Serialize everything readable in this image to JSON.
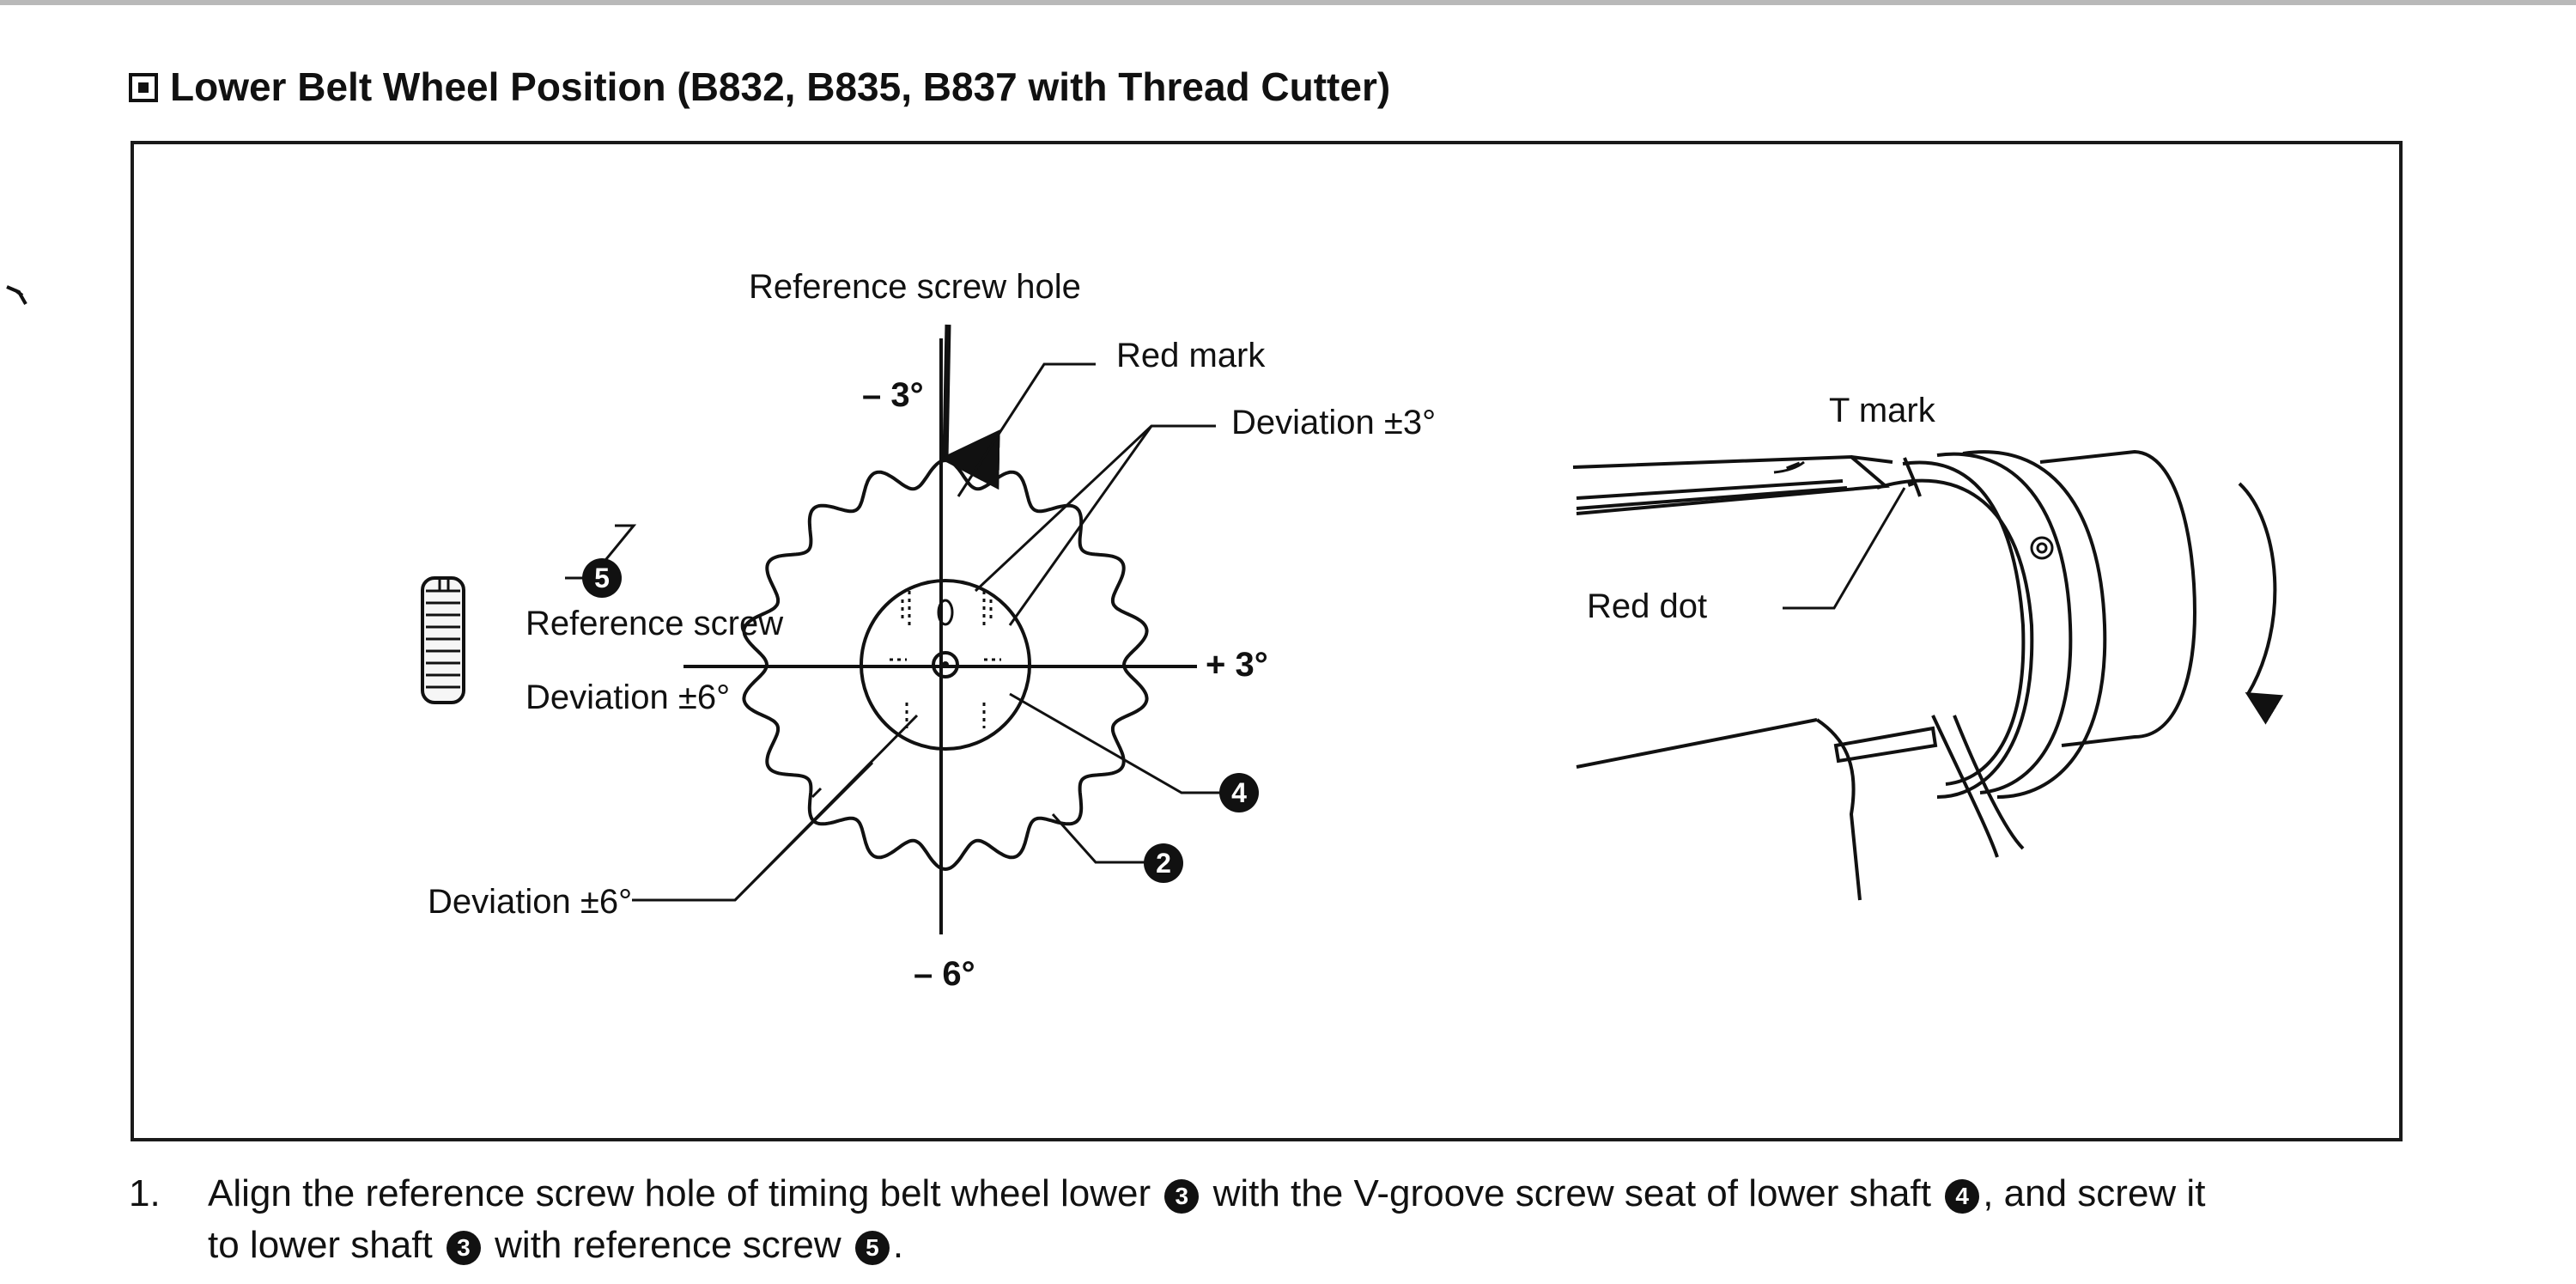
{
  "page": {
    "title": "Lower Belt Wheel Position (B832, B835, B837 with Thread Cutter)"
  },
  "diagram": {
    "labels": {
      "reference_screw_hole": "Reference screw hole",
      "red_mark": "Red mark",
      "deviation_3": "Deviation ±3°",
      "reference_screw": "Reference screw",
      "deviation_6_inner": "Deviation ±6°",
      "deviation_6_lower": "Deviation ±6°",
      "t_mark": "T mark",
      "red_dot": "Red dot"
    },
    "angles": {
      "minus_3": "– 3°",
      "plus_3": "+ 3°",
      "minus_6": "– 6°"
    },
    "callouts": {
      "n5": "5",
      "n4": "4",
      "n2": "2"
    }
  },
  "instructions": {
    "step1_number": "1.",
    "step1_a": "Align the reference screw hole of timing belt wheel lower",
    "step1_n3a": "3",
    "step1_b": "with the V-groove screw seat of lower shaft",
    "step1_n4": "4",
    "step1_c": ", and screw it",
    "step1_d": "to lower shaft",
    "step1_n3b": "3",
    "step1_e": "with reference screw",
    "step1_n5": "5",
    "step1_f": "."
  }
}
